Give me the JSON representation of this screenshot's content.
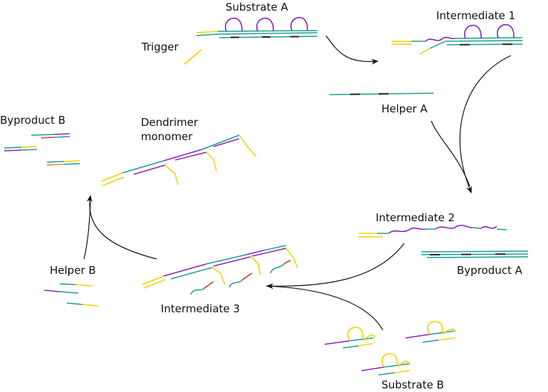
{
  "labels": {
    "substrate_a": "Substrate A",
    "trigger": "Trigger",
    "intermediate_1": "Intermediate 1",
    "helper_a": "Helper A",
    "byproduct_b": "Byproduct B",
    "dendrimer_line1": "Dendrimer",
    "dendrimer_line2": "monomer",
    "intermediate_2": "Intermediate 2",
    "byproduct_a": "Byproduct A",
    "helper_b": "Helper B",
    "intermediate_3": "Intermediate 3",
    "substrate_b": "Substrate B"
  },
  "colors": {
    "teal": "#1a9e8f",
    "purple": "#8b24b5",
    "yellow": "#f2d200",
    "black": "#222222",
    "orange": "#e87d3e",
    "red": "#d9412b",
    "arrow": "#111111"
  }
}
